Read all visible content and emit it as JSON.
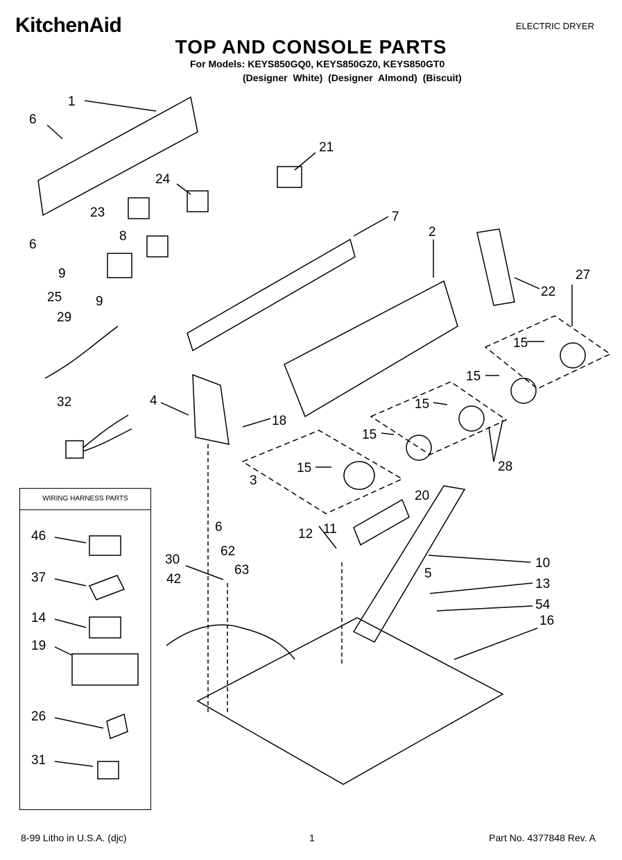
{
  "header": {
    "brand": "KitchenAid",
    "doc_type": "ELECTRIC DRYER",
    "title": "TOP AND CONSOLE PARTS",
    "models": "For Models: KEYS850GQ0, KEYS850GZ0, KEYS850GT0",
    "variants": "(Designer White)  (Designer Almond)    (Biscuit)"
  },
  "harness": {
    "title": "WIRING HARNESS PARTS",
    "parts": [
      "46",
      "37",
      "14",
      "19",
      "26",
      "31"
    ]
  },
  "callouts": [
    "1",
    "6",
    "6",
    "21",
    "24",
    "23",
    "8",
    "7",
    "2",
    "22",
    "27",
    "9",
    "25",
    "9",
    "29",
    "15",
    "15",
    "15",
    "15",
    "15",
    "4",
    "18",
    "32",
    "3",
    "28",
    "20",
    "6",
    "11",
    "12",
    "10",
    "62",
    "63",
    "30",
    "42",
    "5",
    "13",
    "54",
    "16"
  ],
  "footer": {
    "left": "8-99 Litho in U.S.A. (djc)",
    "page": "1",
    "part_no": "Part No. 4377848 Rev. A"
  },
  "colors": {
    "ink": "#000000",
    "paper": "#ffffff"
  }
}
